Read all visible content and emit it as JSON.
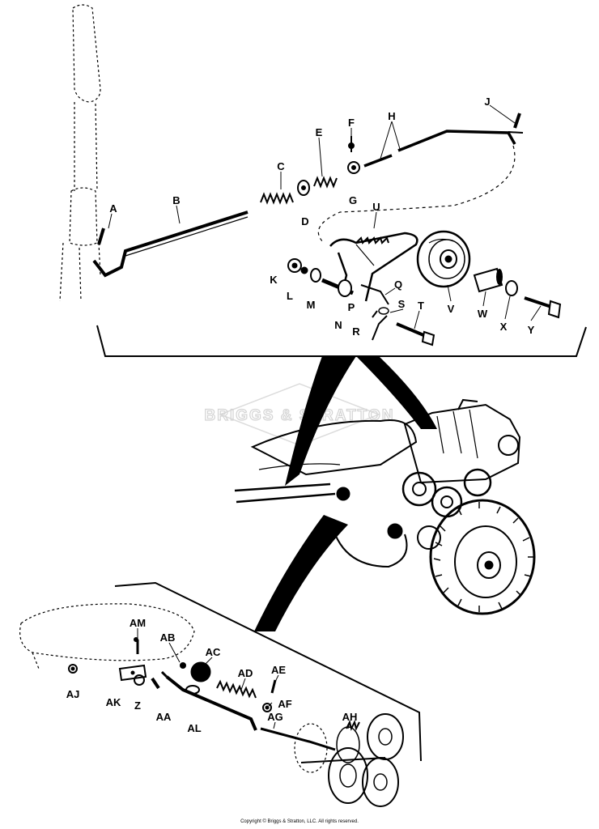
{
  "watermark": "BRIGGS & STRATTON",
  "copyright": "Copyright © Briggs & Stratton, LLC. All rights reserved.",
  "callouts": {
    "A": "A",
    "B": "B",
    "C": "C",
    "D": "D",
    "E": "E",
    "F": "F",
    "G": "G",
    "H": "H",
    "J": "J",
    "K": "K",
    "L": "L",
    "M": "M",
    "N": "N",
    "P": "P",
    "Q": "Q",
    "R": "R",
    "S": "S",
    "T": "T",
    "U": "U",
    "V": "V",
    "W": "W",
    "X": "X",
    "Y": "Y",
    "Z": "Z",
    "AA": "AA",
    "AB": "AB",
    "AC": "AC",
    "AD": "AD",
    "AE": "AE",
    "AF": "AF",
    "AG": "AG",
    "AH": "AH",
    "AJ": "AJ",
    "AK": "AK",
    "AL": "AL",
    "AM": "AM"
  }
}
